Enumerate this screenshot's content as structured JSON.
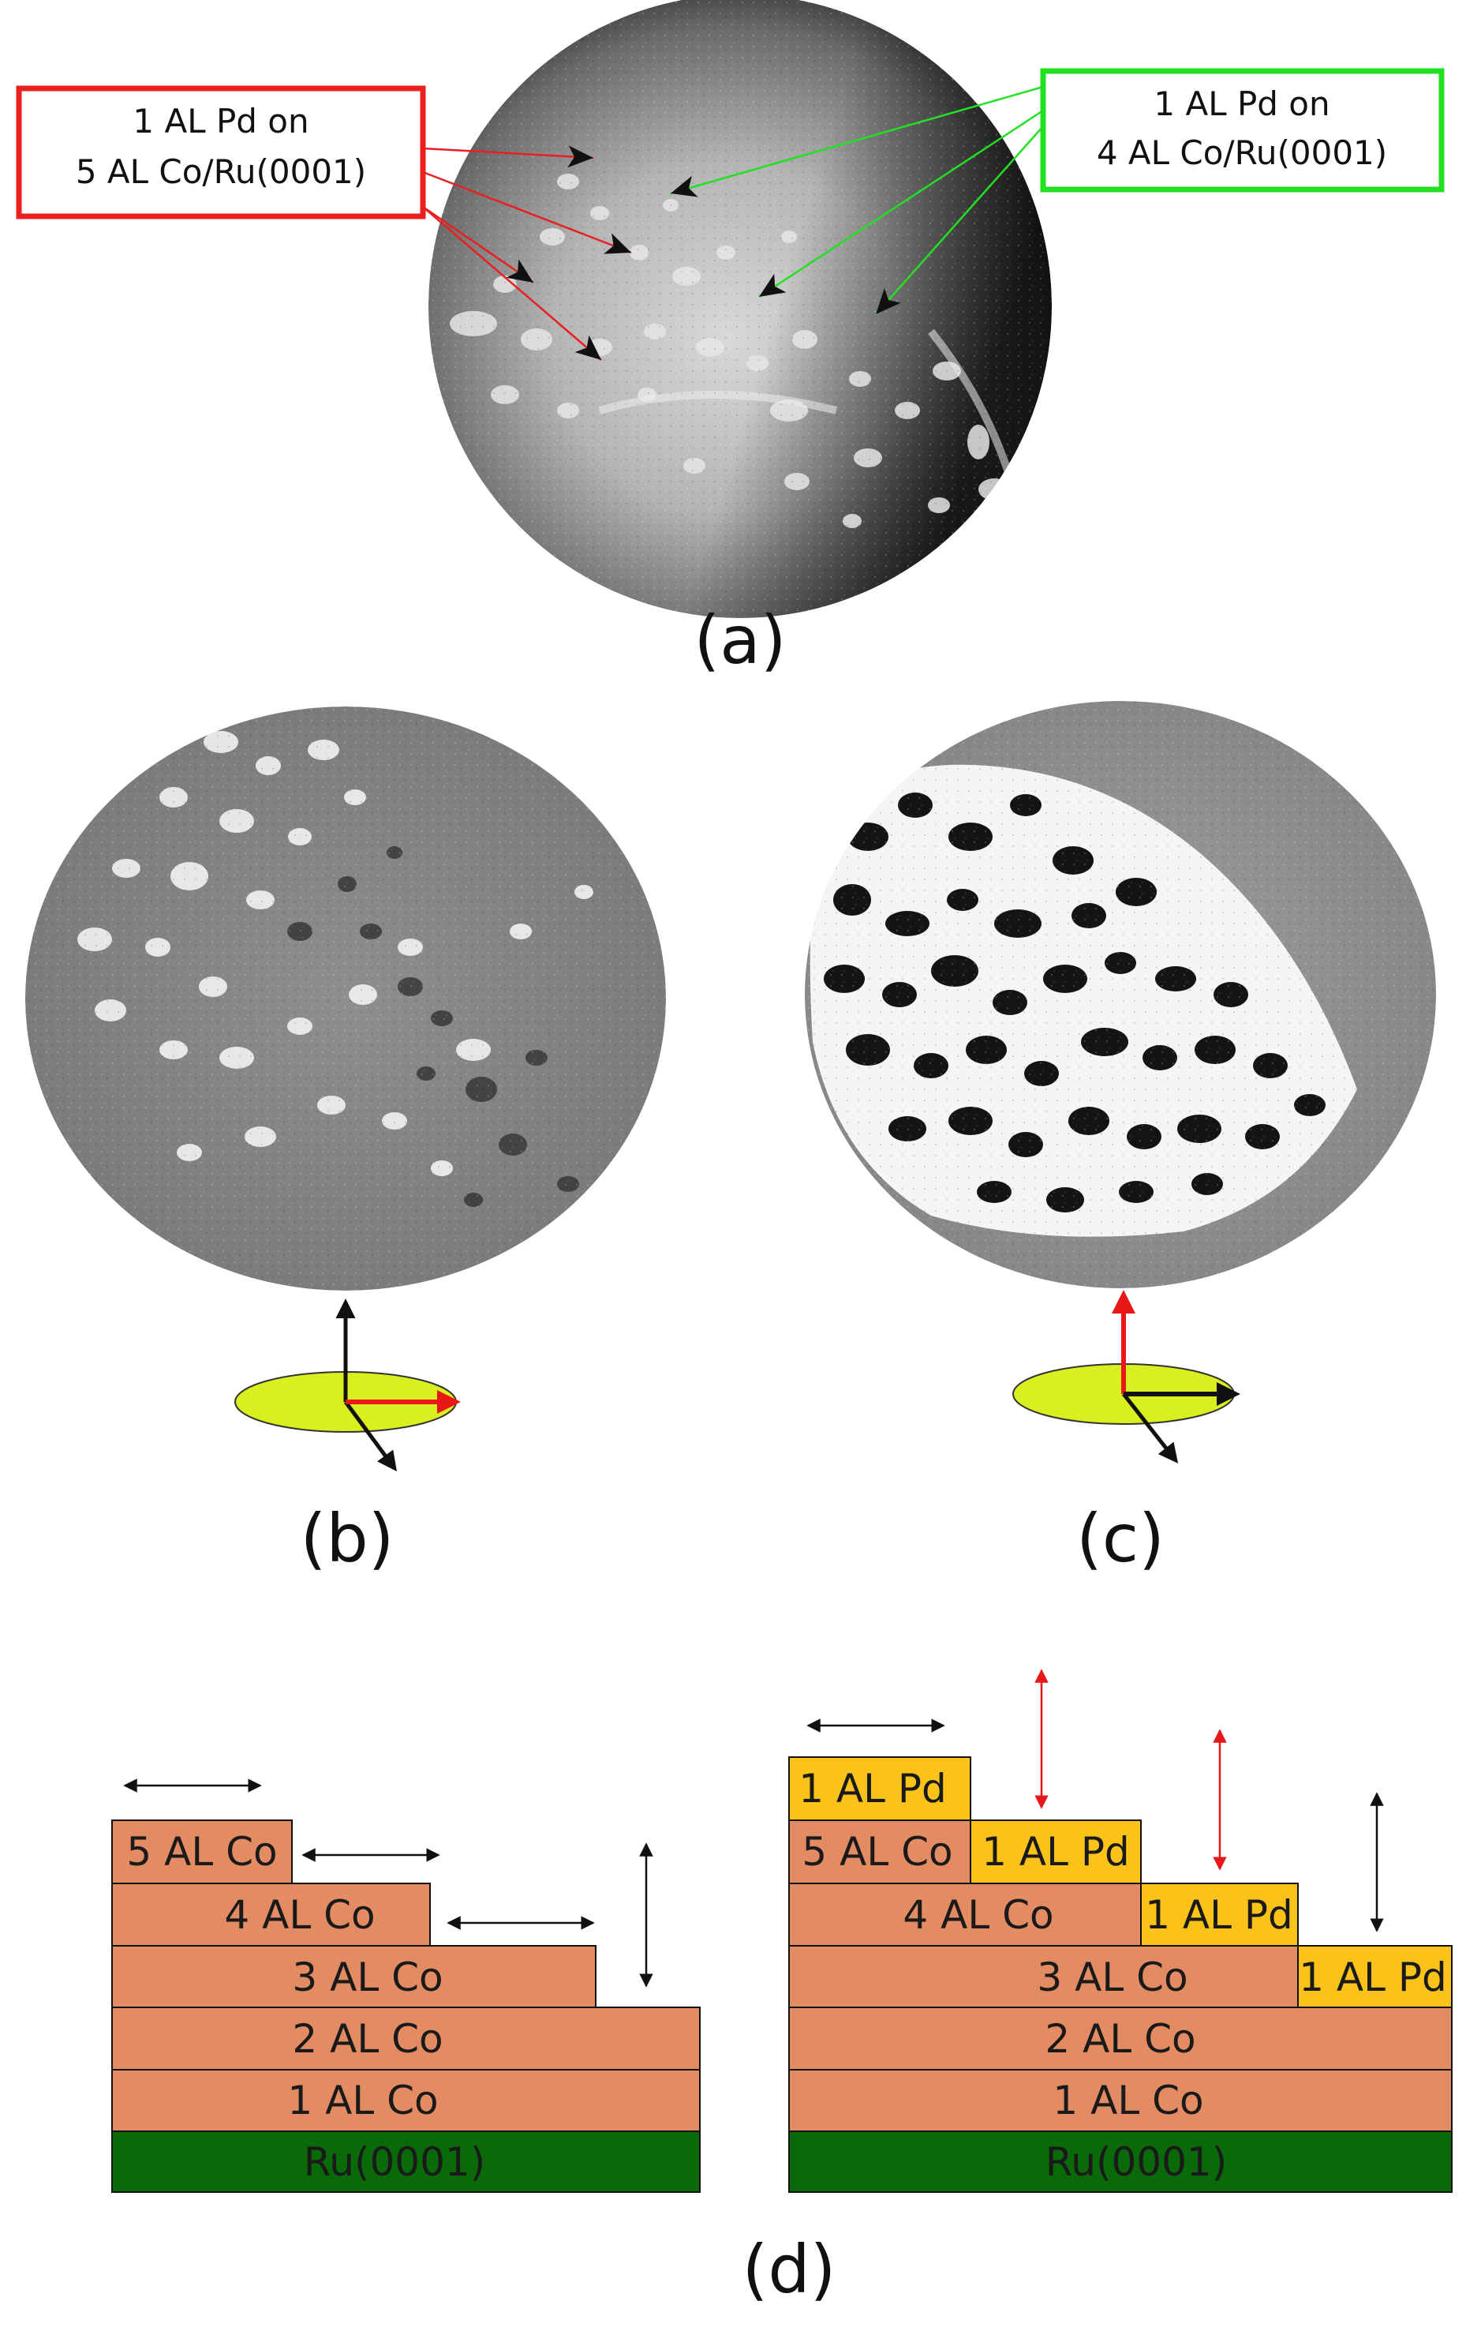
{
  "panels": {
    "a": {
      "label": "(a)"
    },
    "b": {
      "label": "(b)"
    },
    "c": {
      "label": "(c)"
    },
    "d": {
      "label": "(d)"
    }
  },
  "callouts": {
    "left": {
      "line1": "1 AL Pd on",
      "line2": "5 AL Co/Ru(0001)",
      "color": "#e82020"
    },
    "right": {
      "line1": "1 AL Pd on",
      "line2": "4 AL Co/Ru(0001)",
      "color": "#22e022"
    }
  },
  "stack_left": {
    "layers": [
      "5 AL Co",
      "4 AL Co",
      "3 AL Co",
      "2 AL Co",
      "1 AL Co"
    ],
    "substrate": "Ru(0001)"
  },
  "stack_right": {
    "co_layers": [
      "5 AL Co",
      "4 AL Co",
      "3 AL Co",
      "2 AL Co",
      "1 AL Co"
    ],
    "pd_layers": [
      "1 AL Pd",
      "1 AL Pd",
      "1 AL Pd",
      "1 AL Pd"
    ],
    "substrate": "Ru(0001)"
  },
  "colors": {
    "co": "#e38b62",
    "pd": "#fbc21a",
    "ru": "#0a6a0a",
    "ellipse": "#d9ef1f",
    "red_arrow": "#e81818"
  },
  "icons": [
    "magnetization-arrow-icon",
    "in-plane-arrow-icon",
    "out-of-plane-arrow-icon"
  ]
}
